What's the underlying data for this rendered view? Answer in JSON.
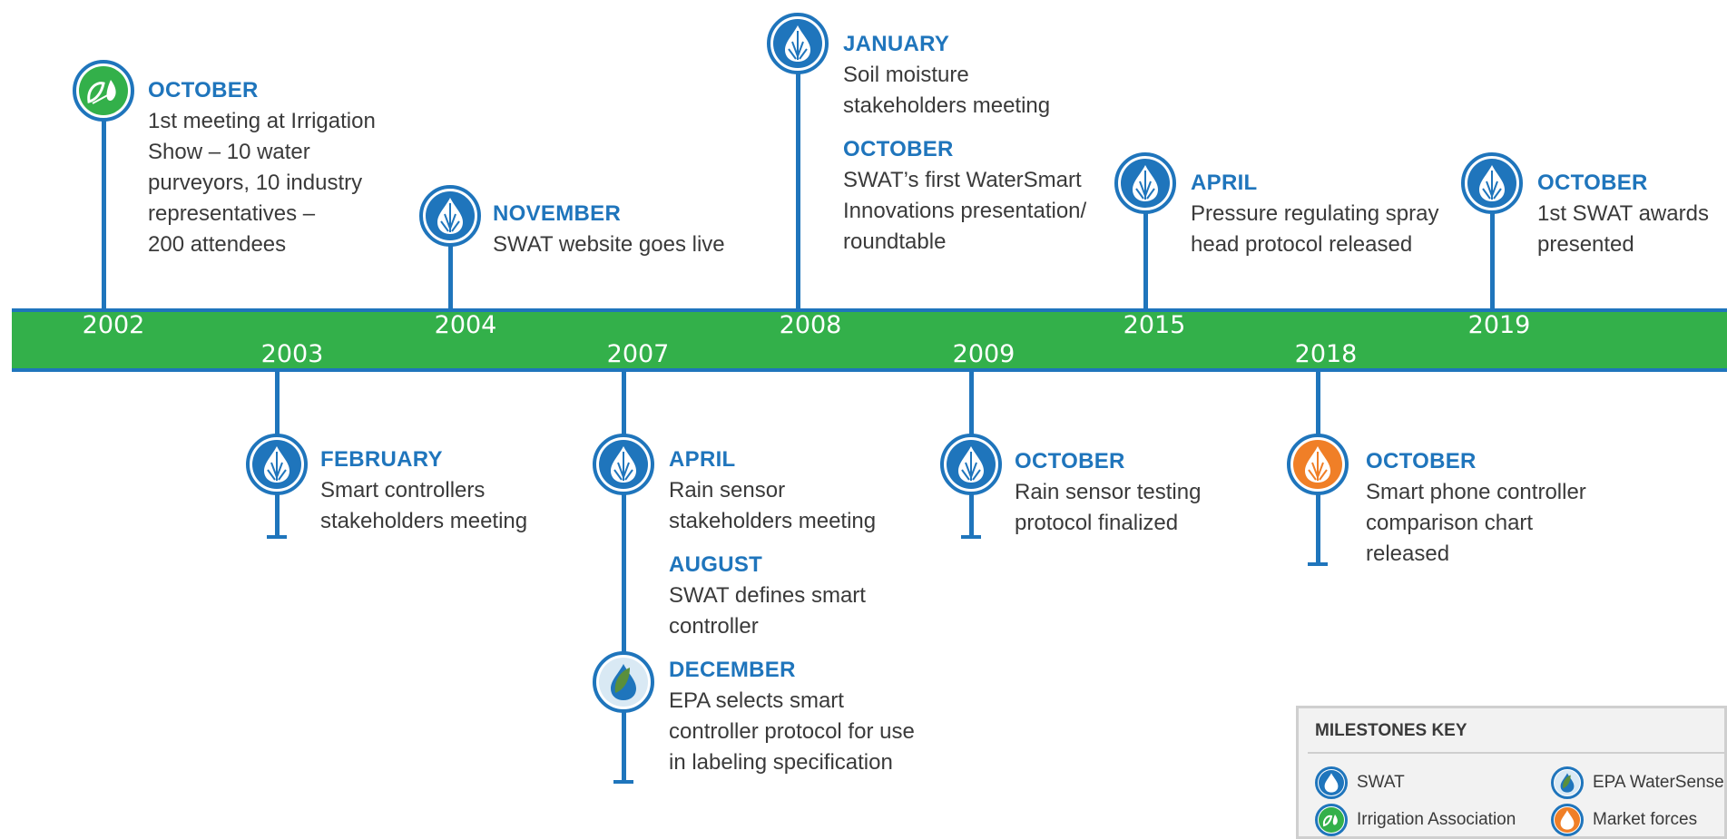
{
  "colors": {
    "swat": "#1f75bc",
    "irrigation": "#33b04a",
    "market": "#f07f27",
    "epa": "#d9e9f4",
    "bar": "#33b04a"
  },
  "years": [
    "2002",
    "2003",
    "2004",
    "2007",
    "2008",
    "2009",
    "2015",
    "2018",
    "2019"
  ],
  "milestones": [
    {
      "year": "2002",
      "icon": "irrigation-association-icon",
      "entries": [
        {
          "month": "OCTOBER",
          "lines": [
            "1st meeting at Irrigation",
            "Show – 10 water",
            "purveyors, 10 industry",
            "representatives –",
            "200 attendees"
          ]
        }
      ]
    },
    {
      "year": "2003",
      "icon": "swat-icon",
      "entries": [
        {
          "month": "FEBRUARY",
          "lines": [
            "Smart controllers",
            "stakeholders meeting"
          ]
        }
      ]
    },
    {
      "year": "2004",
      "icon": "swat-icon",
      "entries": [
        {
          "month": "NOVEMBER",
          "lines": [
            "SWAT website goes live"
          ]
        }
      ]
    },
    {
      "year": "2007",
      "icon": "swat-icon",
      "entries": [
        {
          "month": "APRIL",
          "lines": [
            "Rain sensor",
            "stakeholders meeting"
          ]
        },
        {
          "month": "AUGUST",
          "lines": [
            "SWAT defines smart",
            "controller"
          ]
        }
      ]
    },
    {
      "year": "2007",
      "icon": "epa-watersense-icon",
      "entries": [
        {
          "month": "DECEMBER",
          "lines": [
            "EPA selects smart",
            "controller protocol for use",
            "in labeling specification"
          ]
        }
      ]
    },
    {
      "year": "2008",
      "icon": "swat-icon",
      "entries": [
        {
          "month": "JANUARY",
          "lines": [
            "Soil moisture",
            "stakeholders meeting"
          ]
        },
        {
          "month": "OCTOBER",
          "lines": [
            "SWAT’s first WaterSmart",
            "Innovations presentation/",
            "roundtable"
          ]
        }
      ]
    },
    {
      "year": "2009",
      "icon": "swat-icon",
      "entries": [
        {
          "month": "OCTOBER",
          "lines": [
            "Rain sensor testing",
            "protocol finalized"
          ]
        }
      ]
    },
    {
      "year": "2015",
      "icon": "swat-icon",
      "entries": [
        {
          "month": "APRIL",
          "lines": [
            "Pressure regulating spray",
            "head protocol released"
          ]
        }
      ]
    },
    {
      "year": "2018",
      "icon": "market-forces-icon",
      "entries": [
        {
          "month": "OCTOBER",
          "lines": [
            "Smart phone controller",
            "comparison chart",
            "released"
          ]
        }
      ]
    },
    {
      "year": "2019",
      "icon": "swat-icon",
      "entries": [
        {
          "month": "OCTOBER",
          "lines": [
            "1st SWAT awards",
            "presented"
          ]
        }
      ]
    }
  ],
  "key": {
    "title": "MILESTONES KEY",
    "items": [
      {
        "label": "SWAT",
        "icon": "swat-icon"
      },
      {
        "label": "EPA WaterSense",
        "icon": "epa-watersense-icon"
      },
      {
        "label": "Irrigation Association",
        "icon": "irrigation-association-icon"
      },
      {
        "label": "Market forces",
        "icon": "market-forces-icon"
      }
    ]
  }
}
